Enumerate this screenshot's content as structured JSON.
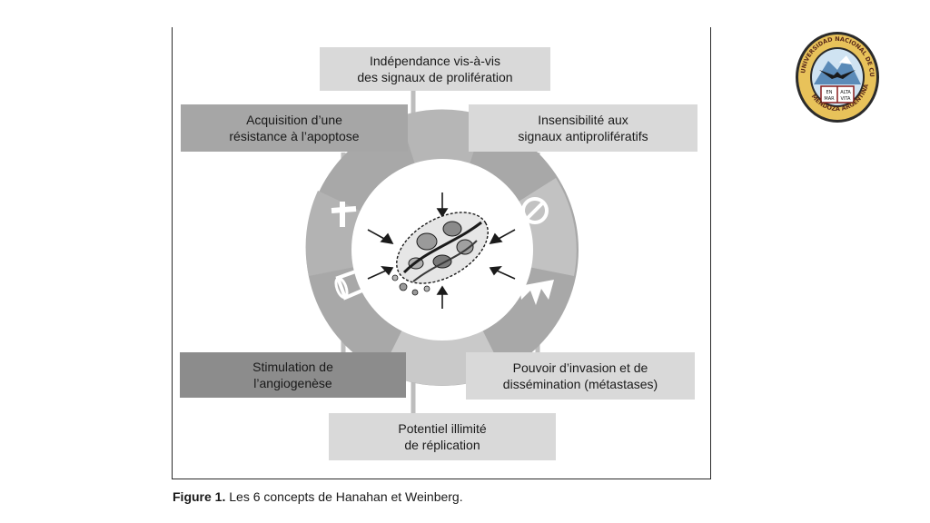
{
  "boxes": {
    "top": "Indépendance vis-à-vis\ndes signaux de prolifération",
    "upper_left": "Acquisition d’une\nrésistance à l’apoptose",
    "upper_right": "Insensibilité aux\nsignaux antiprolifératifs",
    "lower_left": "Stimulation de\nl’angiogenèse",
    "lower_right": "Pouvoir d’invasion et de\ndissémination (métastases)",
    "bottom": "Potentiel illimité\nde réplication"
  },
  "caption": {
    "label": "Figure 1.",
    "text": " Les 6 concepts de Hanahan et Weinberg."
  },
  "logo": {
    "ring_text": "UNIVERSIDAD NACIONAL DE CUYO · MENDOZA ARGENTINA",
    "inner_cells": [
      "EN",
      "ALTA",
      "MAR",
      "VITA"
    ]
  },
  "icons": [
    "arrow-bend-icon",
    "no-entry-icon",
    "zigzag-icon",
    "infinity-icon",
    "vessel-icon",
    "cross-icon",
    "cancer-cell-icon"
  ],
  "colors": {
    "ring": "#a8a8a8",
    "light_box": "#d9d9d9",
    "dark_box": "#8c8c8c"
  }
}
